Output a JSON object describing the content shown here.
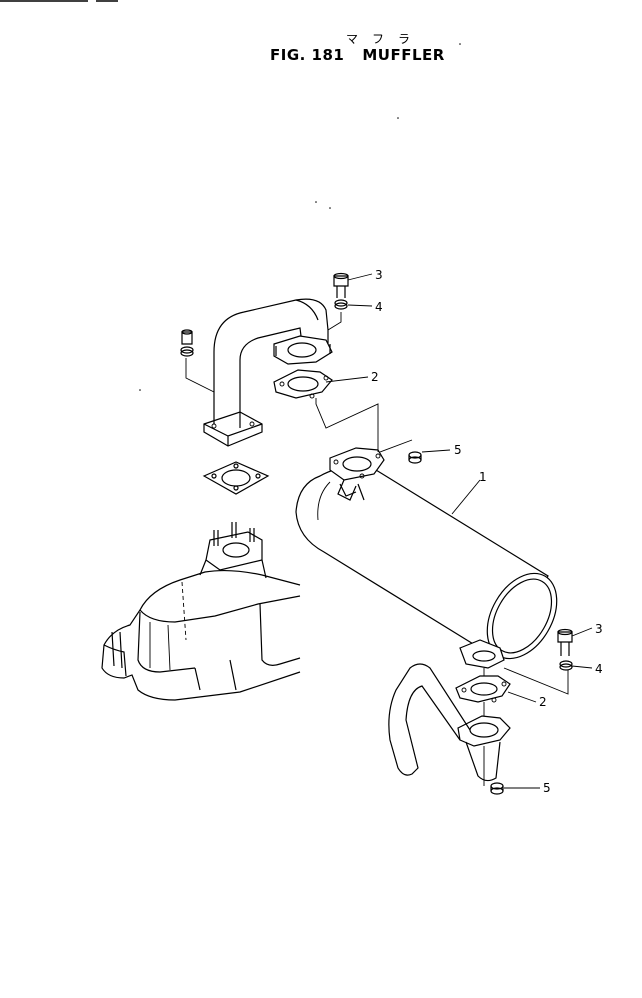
{
  "figure": {
    "title_kana": "マフラ",
    "fig_label": "FIG. 181",
    "title": "MUFFLER"
  },
  "callouts": {
    "muffler": "1",
    "gasket_upper": "2",
    "gasket_lower": "2",
    "bolt_upper": "3",
    "bolt_lower": "3",
    "washer_upper": "4",
    "washer_lower": "4",
    "nut_upper": "5",
    "nut_lower": "5"
  },
  "colors": {
    "ink": "#000000",
    "paper": "#ffffff"
  }
}
